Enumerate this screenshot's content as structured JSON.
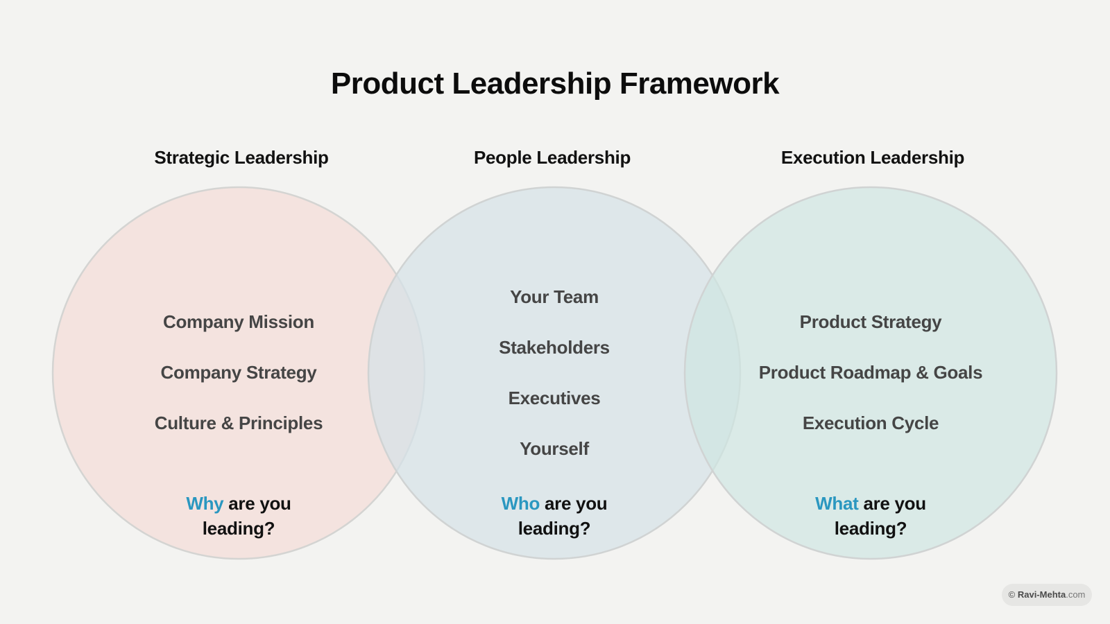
{
  "title": "Product Leadership Framework",
  "colors": {
    "background": "#f3f3f1",
    "strategic_fill": "#f3e2dd",
    "people_fill": "#dfe7ea",
    "execution_fill": "#ddebe7",
    "accent": "#2a97c0",
    "circle_stroke": "#d4d4d2"
  },
  "columns": [
    {
      "header": "Strategic Leadership",
      "items": [
        "Company Mission",
        "Company Strategy",
        "Culture & Principles"
      ],
      "question": {
        "accent_word": "Why",
        "rest_line1": " are you",
        "line2": "leading?"
      }
    },
    {
      "header": "People Leadership",
      "items": [
        "Your Team",
        "Stakeholders",
        "Executives",
        "Yourself"
      ],
      "question": {
        "accent_word": "Who",
        "rest_line1": " are you",
        "line2": "leading?"
      }
    },
    {
      "header": "Execution Leadership",
      "items": [
        "Product Strategy",
        "Product Roadmap & Goals",
        "Execution Cycle"
      ],
      "question": {
        "accent_word": "What",
        "rest_line1": " are you",
        "line2": "leading?"
      }
    }
  ],
  "credit": {
    "symbol": "©",
    "name": "Ravi-Mehta",
    "domain": ".com"
  }
}
